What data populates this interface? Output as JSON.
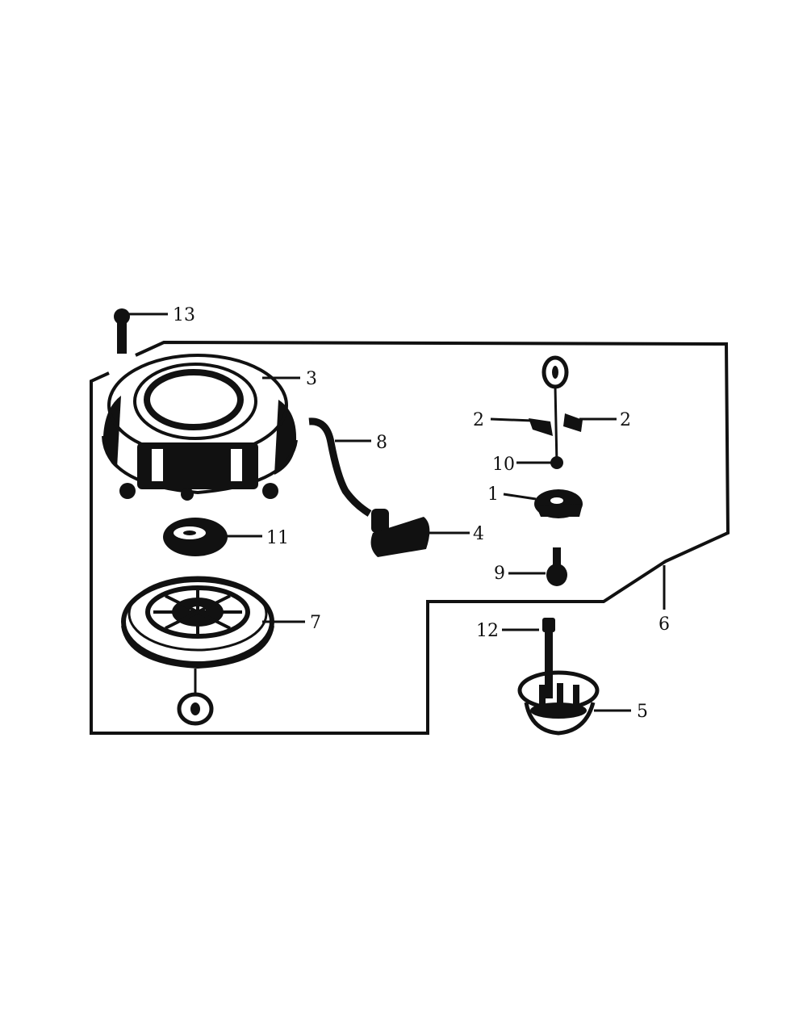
{
  "diagram": {
    "colors": {
      "ink": "#111111",
      "paper": "#ffffff"
    },
    "callouts": {
      "c13": "13",
      "c3": "3",
      "c8": "8",
      "c4": "4",
      "c11": "11",
      "c7": "7",
      "c2_left": "2",
      "c2_right": "2",
      "c10": "10",
      "c1": "1",
      "c9": "9",
      "c6": "6",
      "c12": "12",
      "c5": "5"
    }
  }
}
